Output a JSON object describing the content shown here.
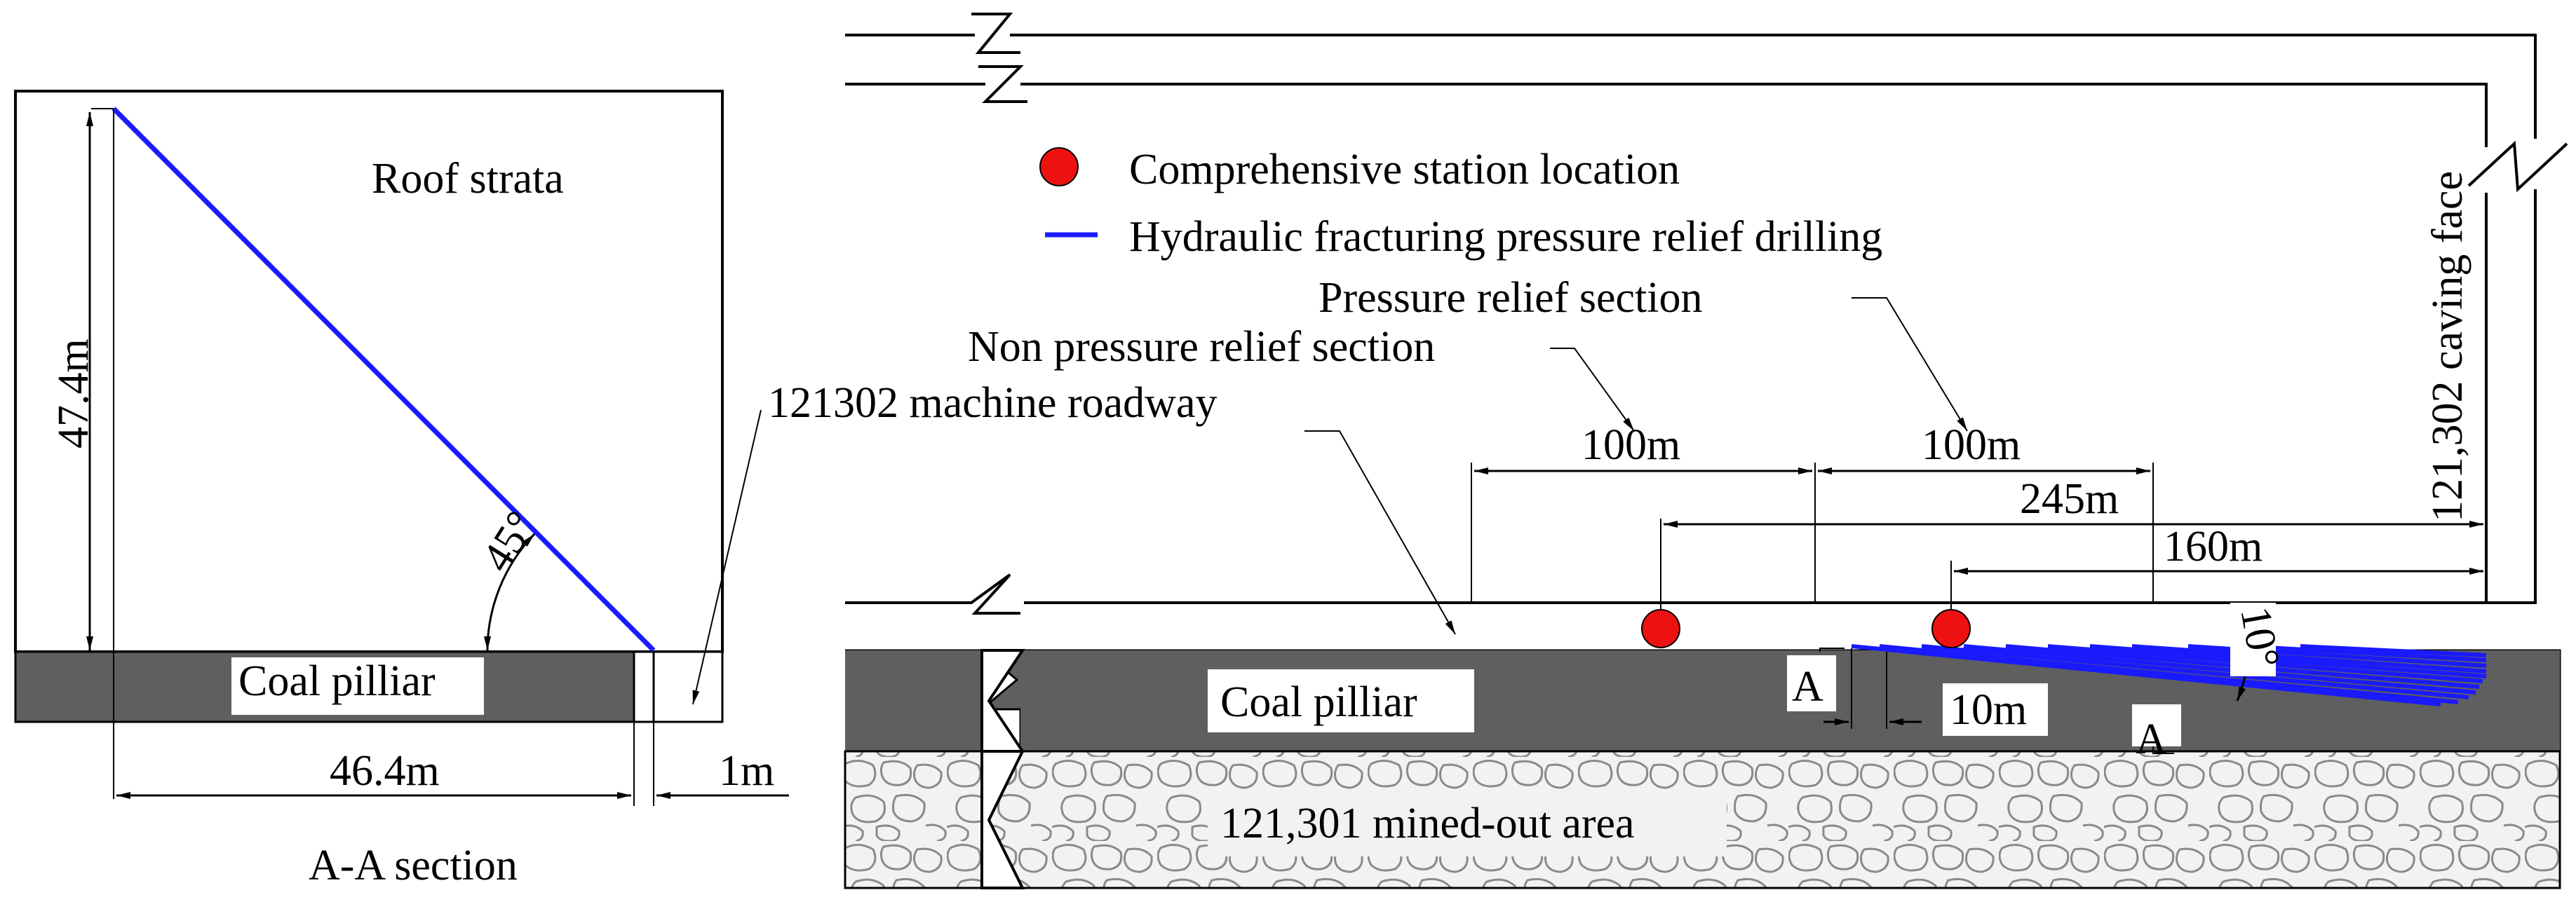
{
  "left_panel": {
    "roof_label": "Roof strata",
    "height_label": "47.4m",
    "angle_label": "45°",
    "pillar_label": "Coal pilliar",
    "width_label": "46.4m",
    "gap_label": "1m",
    "section_title": "A-A section"
  },
  "right_panel": {
    "legend": {
      "station": "Comprehensive station location",
      "drilling": "Hydraulic fracturing pressure relief drilling"
    },
    "pressure_relief_label": "Pressure relief section",
    "non_pressure_relief_label": "Non pressure relief section",
    "roadway_label": "121302 machine roadway",
    "caving_face_label": "121,302 caving face",
    "dim_100a": "100m",
    "dim_100b": "100m",
    "dim_245": "245m",
    "dim_160": "160m",
    "angle_label": "10°",
    "dim_10": "10m",
    "section_mark_top": "A",
    "section_mark_bottom": "A",
    "pillar_label": "Coal pilliar",
    "mined_out_label": "121,301 mined-out area"
  },
  "colors": {
    "drilling_blue": "#1a1aff",
    "station_red": "#ee1111",
    "pillar_gray": "#5f5f5f"
  }
}
